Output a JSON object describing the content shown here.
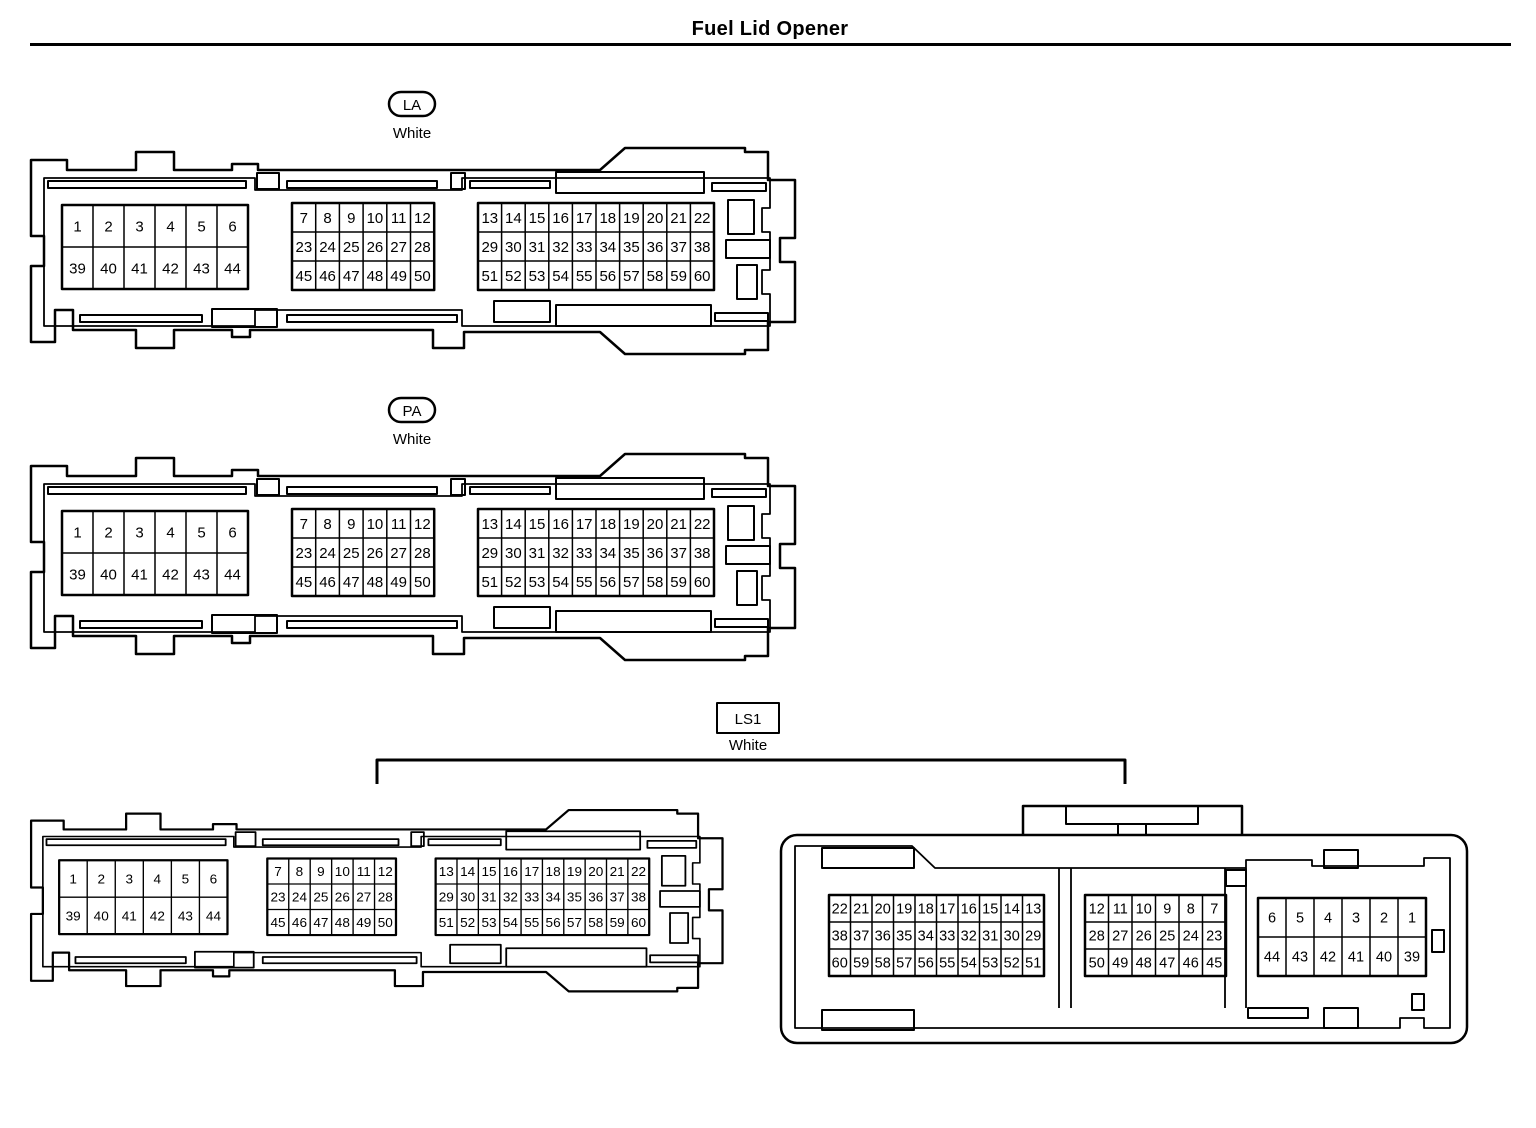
{
  "header": {
    "title": "Fuel Lid Opener"
  },
  "connectors": [
    {
      "code": "LA",
      "badge_shape": "rounded",
      "color": "White"
    },
    {
      "code": "PA",
      "badge_shape": "rounded",
      "color": "White"
    },
    {
      "code": "LS1",
      "badge_shape": "rect",
      "color": "White"
    }
  ],
  "pin_blocks": {
    "male": [
      [
        [
          1,
          2,
          3,
          4,
          5,
          6
        ],
        [
          39,
          40,
          41,
          42,
          43,
          44
        ]
      ],
      [
        [
          7,
          8,
          9,
          10,
          11,
          12
        ],
        [
          23,
          24,
          25,
          26,
          27,
          28
        ],
        [
          45,
          46,
          47,
          48,
          49,
          50
        ]
      ],
      [
        [
          13,
          14,
          15,
          16,
          17,
          18,
          19,
          20,
          21,
          22
        ],
        [
          29,
          30,
          31,
          32,
          33,
          34,
          35,
          36,
          37,
          38
        ],
        [
          51,
          52,
          53,
          54,
          55,
          56,
          57,
          58,
          59,
          60
        ]
      ]
    ],
    "female": [
      [
        [
          22,
          21,
          20,
          19,
          18,
          17,
          16,
          15,
          14,
          13
        ],
        [
          38,
          37,
          36,
          35,
          34,
          33,
          32,
          31,
          30,
          29
        ],
        [
          60,
          59,
          58,
          57,
          56,
          55,
          54,
          53,
          52,
          51
        ]
      ],
      [
        [
          12,
          11,
          10,
          9,
          8,
          7
        ],
        [
          28,
          27,
          26,
          25,
          24,
          23
        ],
        [
          50,
          49,
          48,
          47,
          46,
          45
        ]
      ],
      [
        [
          6,
          5,
          4,
          3,
          2,
          1
        ],
        [
          44,
          43,
          42,
          41,
          40,
          39
        ]
      ]
    ]
  },
  "colors": {
    "line": "#000000",
    "background": "#ffffff"
  }
}
